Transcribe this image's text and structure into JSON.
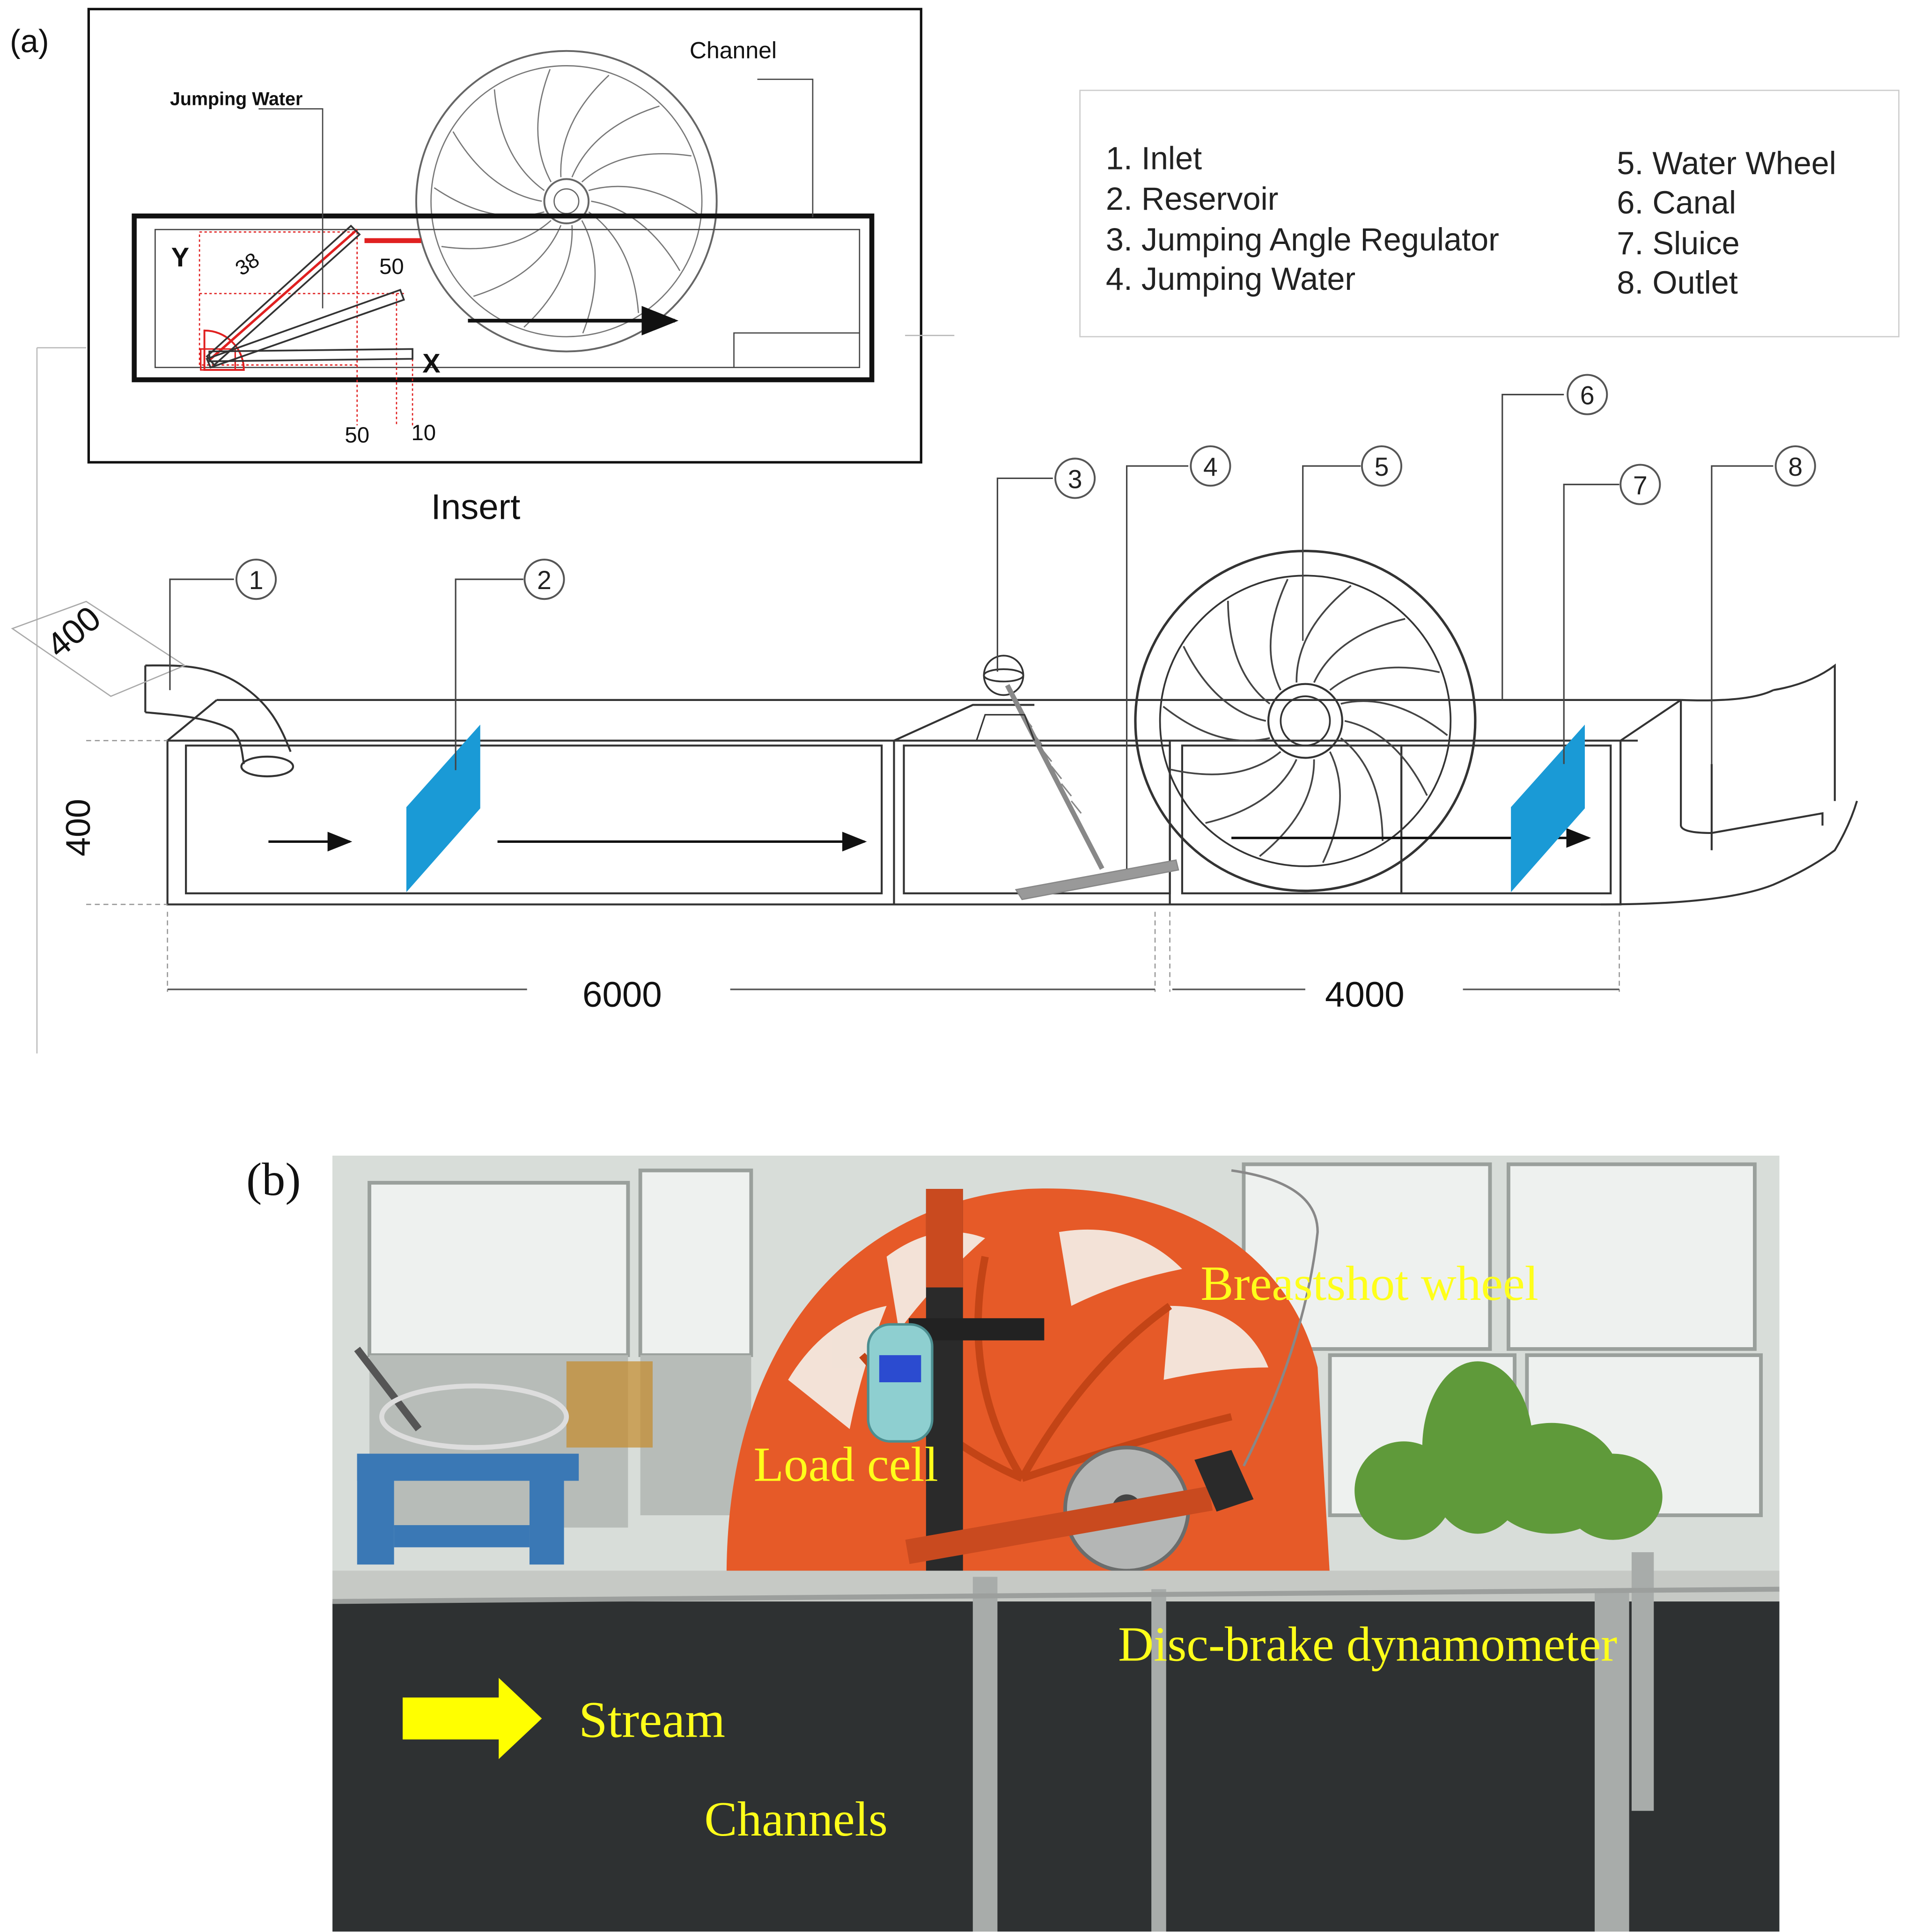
{
  "panel_a": {
    "label": "(a)",
    "insert": {
      "caption": "Insert",
      "channel_label": "Channel",
      "jumping_water_label": "Jumping Water",
      "axis_y": "Y",
      "axis_x": "X",
      "dim_38": "38",
      "dim_50_top": "50",
      "dim_50_bottom": "50",
      "dim_10": "10"
    },
    "legend": {
      "items": [
        "1. Inlet",
        "2. Reservoir",
        "3. Jumping Angle Regulator",
        "4. Jumping Water",
        "5. Water Wheel",
        "6. Canal",
        "7. Sluice",
        "8. Outlet"
      ]
    },
    "callouts": [
      "1",
      "2",
      "3",
      "4",
      "5",
      "6",
      "7",
      "8"
    ],
    "dimensions": {
      "inlet_width": "400",
      "height": "400",
      "length_left": "6000",
      "length_right": "4000"
    },
    "colors": {
      "line": "#333333",
      "sluice": "#1a9ad6",
      "highlight": "#e02020"
    }
  },
  "panel_b": {
    "label": "(b)",
    "labels": {
      "wheel": "Breastshot wheel",
      "load_cell": "Load cell",
      "dynamometer": "Disc-brake dynamometer",
      "stream": "Stream",
      "channels": "Channels"
    },
    "colors": {
      "label_text": "#ffff1a",
      "arrow": "#ffff00",
      "wheel": "#e65a28",
      "channel_panel": "#2e3132"
    }
  }
}
